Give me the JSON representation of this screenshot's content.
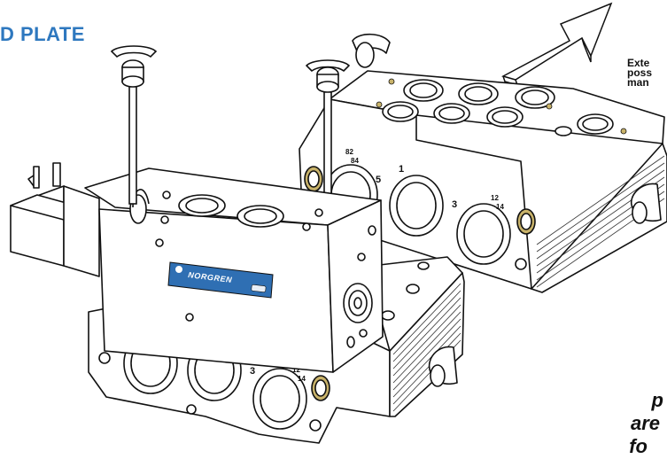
{
  "heading": "D PLATE",
  "note_lines": [
    "Exte",
    "poss",
    "man"
  ],
  "callout_lines": [
    "p",
    "are",
    "fo"
  ],
  "brand": "NORGREN",
  "colors": {
    "heading": "#2e78bf",
    "brand_label": "#2f6fb3",
    "brass": "#c9b36a"
  },
  "ports_front": {
    "p1": "1",
    "p3": "3",
    "p5": "5",
    "p82": "82",
    "p84": "84",
    "p12": "12",
    "p14": "14"
  },
  "ports_back": {
    "p1": "1",
    "p3": "3",
    "p5": "5",
    "p82": "82",
    "p84": "84",
    "p12": "12",
    "p14": "14"
  }
}
